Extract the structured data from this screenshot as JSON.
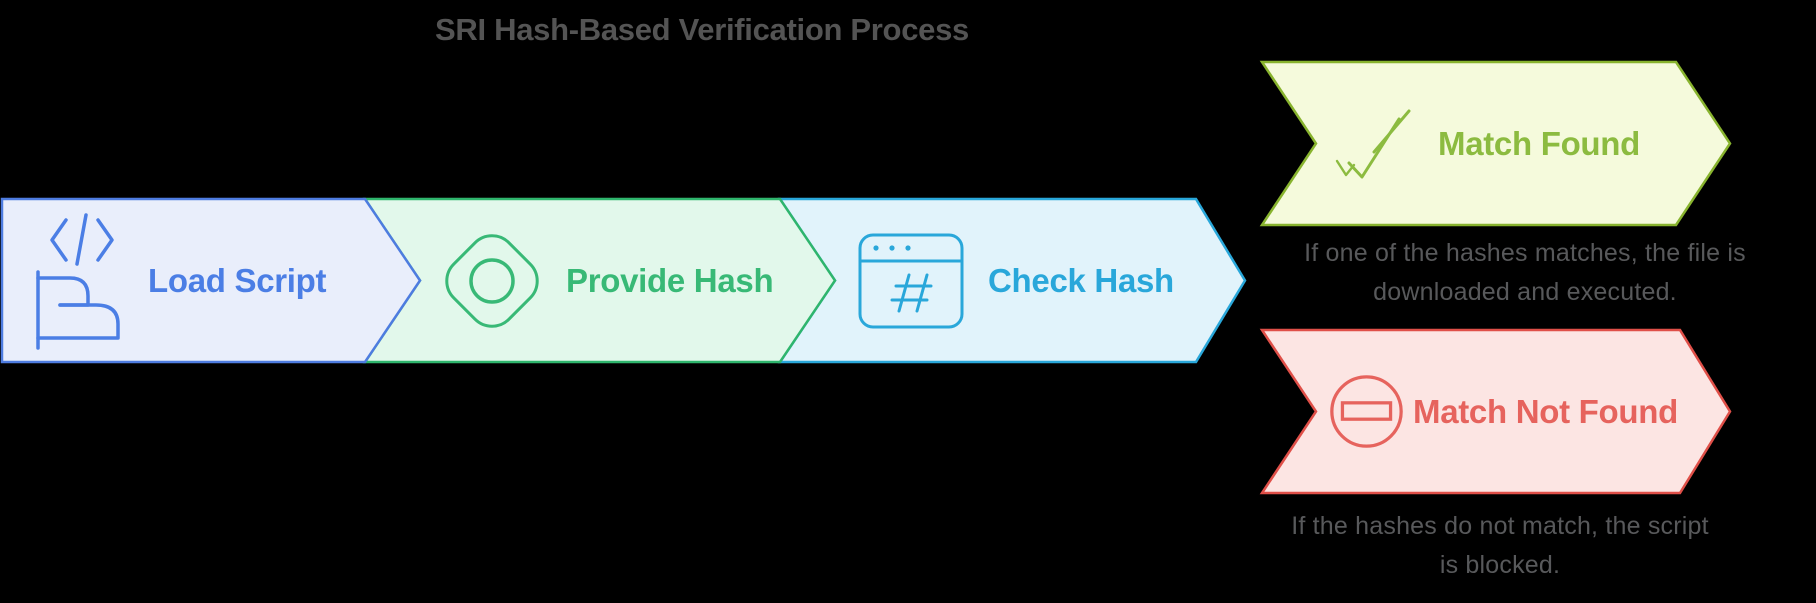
{
  "title": "SRI Hash-Based Verification Process",
  "colors": {
    "background": "#000000",
    "title": "#545454",
    "caption": "#58595b"
  },
  "steps": [
    {
      "label": "Load Script",
      "icon": "code-script-icon",
      "colors": {
        "fill": "#e9eefb",
        "border": "#4e7ce0",
        "label": "#4b7ee5"
      }
    },
    {
      "label": "Provide Hash",
      "icon": "hash-target-icon",
      "colors": {
        "fill": "#e2f8eb",
        "border": "#2fb56d",
        "label": "#38b976"
      }
    },
    {
      "label": "Check Hash",
      "icon": "browser-hash-icon",
      "colors": {
        "fill": "#e1f3fb",
        "border": "#29a7da",
        "label": "#29a7da"
      }
    }
  ],
  "outcomes": [
    {
      "label": "Match Found",
      "icon": "double-check-icon",
      "caption": "If one of the hashes matches, the file is downloaded and executed.",
      "colors": {
        "fill": "#f5fadc",
        "border": "#88b32e",
        "label": "#8cbb40"
      }
    },
    {
      "label": "Match Not Found",
      "icon": "no-entry-icon",
      "caption": "If the hashes do not match, the script is blocked.",
      "colors": {
        "fill": "#fce5e3",
        "border": "#df4f48",
        "label": "#e6635d"
      }
    }
  ]
}
